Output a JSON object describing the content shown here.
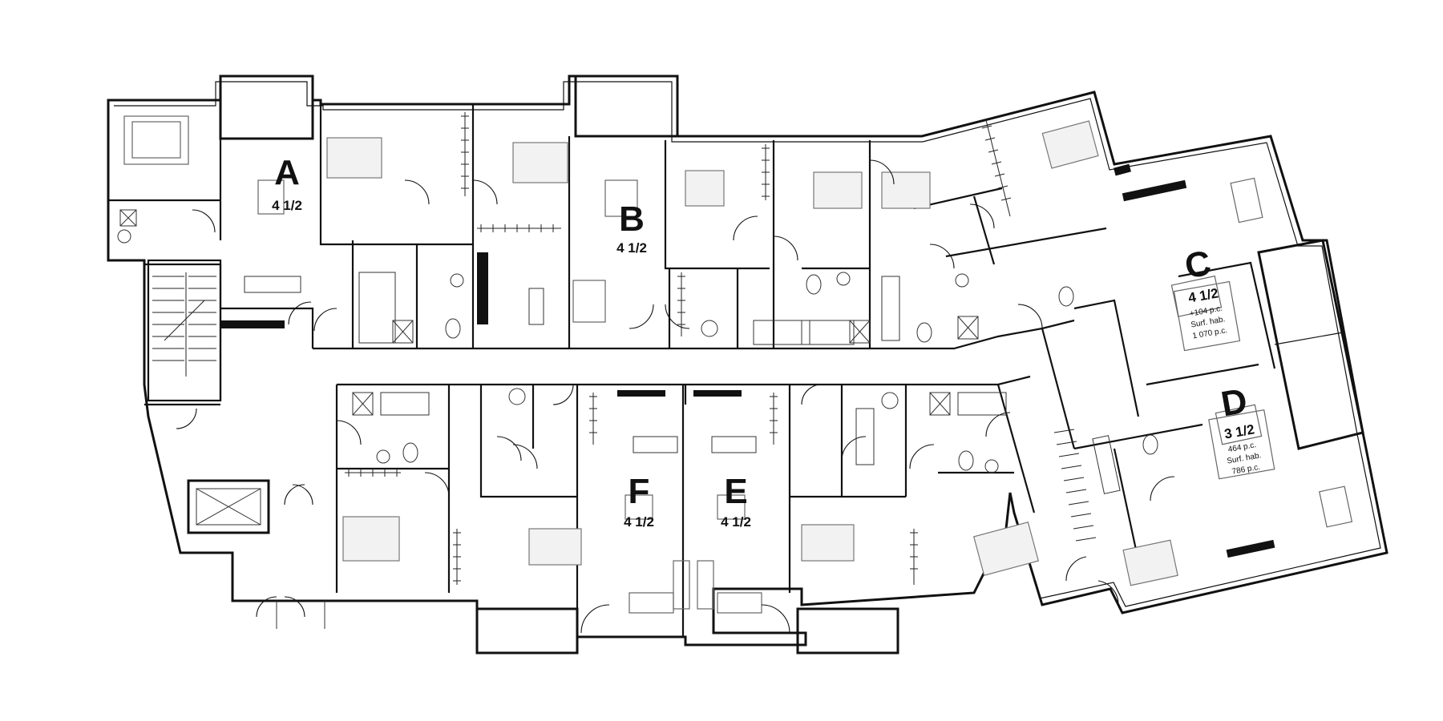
{
  "units": [
    {
      "id": "A",
      "letter": "A",
      "size": "4 1/2"
    },
    {
      "id": "B",
      "letter": "B",
      "size": "4 1/2"
    },
    {
      "id": "C",
      "letter": "C",
      "size": "4 1/2",
      "area_lines": [
        "+104 p.c.",
        "Surf. hab.",
        "1 070 p.c."
      ]
    },
    {
      "id": "D",
      "letter": "D",
      "size": "3 1/2",
      "area_lines": [
        "464 p.c.",
        "Surf. hab.",
        "786 p.c."
      ]
    },
    {
      "id": "E",
      "letter": "E",
      "size": "4 1/2"
    },
    {
      "id": "F",
      "letter": "F",
      "size": "4 1/2"
    }
  ],
  "icons": [
    "bed-icon",
    "table-icon",
    "sofa-icon",
    "bathtub-icon",
    "toilet-icon",
    "sink-icon",
    "stair-icon",
    "door-icon",
    "closet-icon"
  ]
}
